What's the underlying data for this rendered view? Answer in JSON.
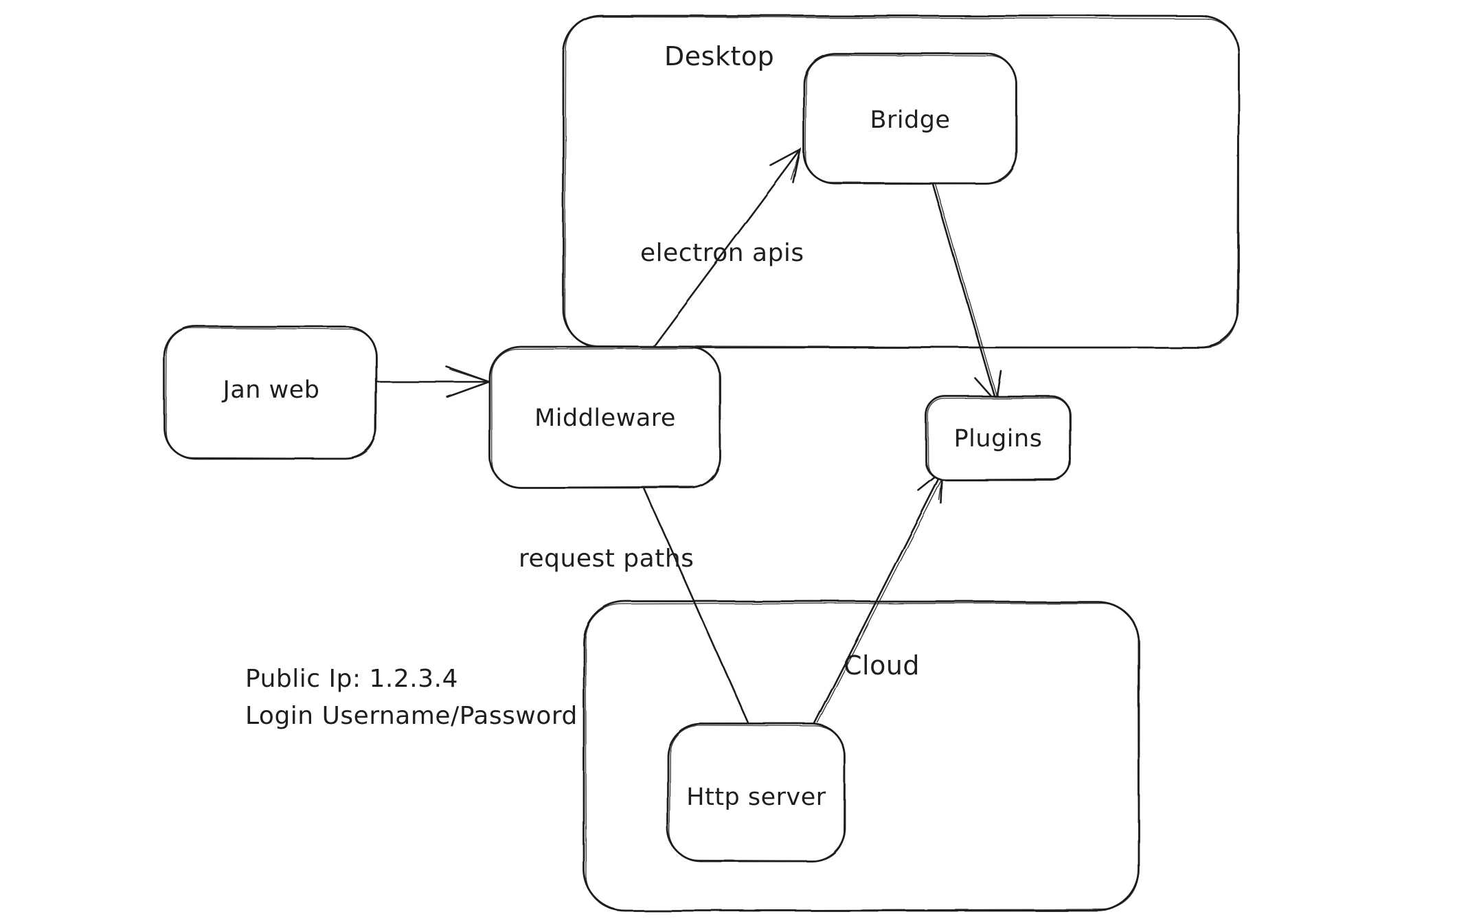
{
  "canvas": {
    "background": "#ffffff",
    "stroke_color": "#1e1e1e",
    "style": "hand-drawn-whiteboard"
  },
  "diagram": {
    "containers": [
      {
        "id": "desktop",
        "label": "Desktop"
      },
      {
        "id": "cloud",
        "label": "Cloud"
      }
    ],
    "nodes": [
      {
        "id": "jan-web",
        "label": "Jan web"
      },
      {
        "id": "middleware",
        "label": "Middleware"
      },
      {
        "id": "bridge",
        "label": "Bridge"
      },
      {
        "id": "plugins",
        "label": "Plugins"
      },
      {
        "id": "http-server",
        "label": "Http server"
      }
    ],
    "edges": [
      {
        "from": "jan-web",
        "to": "middleware",
        "arrowhead": true,
        "label": ""
      },
      {
        "from": "middleware",
        "to": "bridge",
        "arrowhead": true,
        "label": "electron apis"
      },
      {
        "from": "bridge",
        "to": "plugins",
        "arrowhead": true,
        "label": ""
      },
      {
        "from": "middleware",
        "to": "http-server",
        "arrowhead": false,
        "label": "request paths"
      },
      {
        "from": "http-server",
        "to": "plugins",
        "arrowhead": true,
        "label": ""
      }
    ],
    "annotations": [
      {
        "id": "public-ip",
        "text": "Public Ip: 1.2.3.4"
      },
      {
        "id": "login",
        "text": "Login Username/Password"
      }
    ]
  }
}
